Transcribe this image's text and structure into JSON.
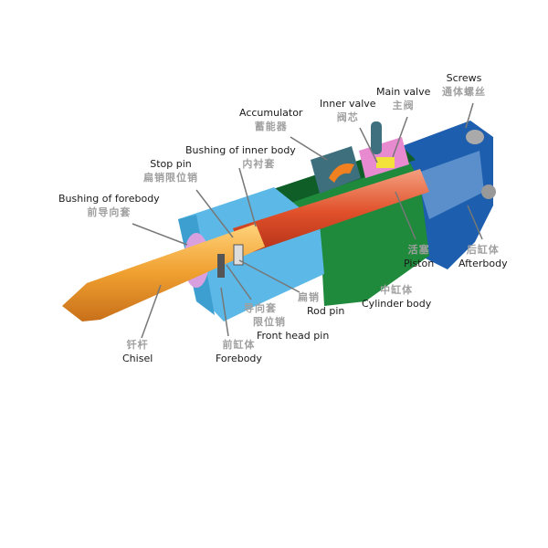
{
  "labels": {
    "screws": {
      "en": "Screws",
      "zh": "通体螺丝"
    },
    "main_valve": {
      "en": "Main valve",
      "zh": "主阀"
    },
    "inner_valve": {
      "en": "Inner valve",
      "zh": "阀芯"
    },
    "accumulator": {
      "en": "Accumulator",
      "zh": "蓄能器"
    },
    "bushing_inner": {
      "en": "Bushing of inner body",
      "zh": "内衬套"
    },
    "stop_pin": {
      "en": "Stop pin",
      "zh": "扁销限位销"
    },
    "bushing_fore": {
      "en": "Bushing of forebody",
      "zh": "前导向套"
    },
    "piston": {
      "en": "Piston",
      "zh": "活塞"
    },
    "afterbody": {
      "en": "Afterbody",
      "zh": "后缸体"
    },
    "cylinder": {
      "en": "Cylinder body",
      "zh": "中缸体"
    },
    "rod_pin": {
      "en": "Rod pin",
      "zh": "扁销"
    },
    "front_head_pin": {
      "en": "Front head pin",
      "zh1": "导向套",
      "zh2": "限位销"
    },
    "forebody": {
      "en": "Forebody",
      "zh": "前缸体"
    },
    "chisel": {
      "en": "Chisel",
      "zh": "钎杆"
    }
  },
  "colors": {
    "chisel": "#f0a030",
    "forebody": "#5cb8e6",
    "cylinder": "#1f8a3c",
    "afterbody": "#1d5fae",
    "piston": "#e0502a",
    "accumulator": "#3d6f7d",
    "valve": "#e88ad0"
  }
}
